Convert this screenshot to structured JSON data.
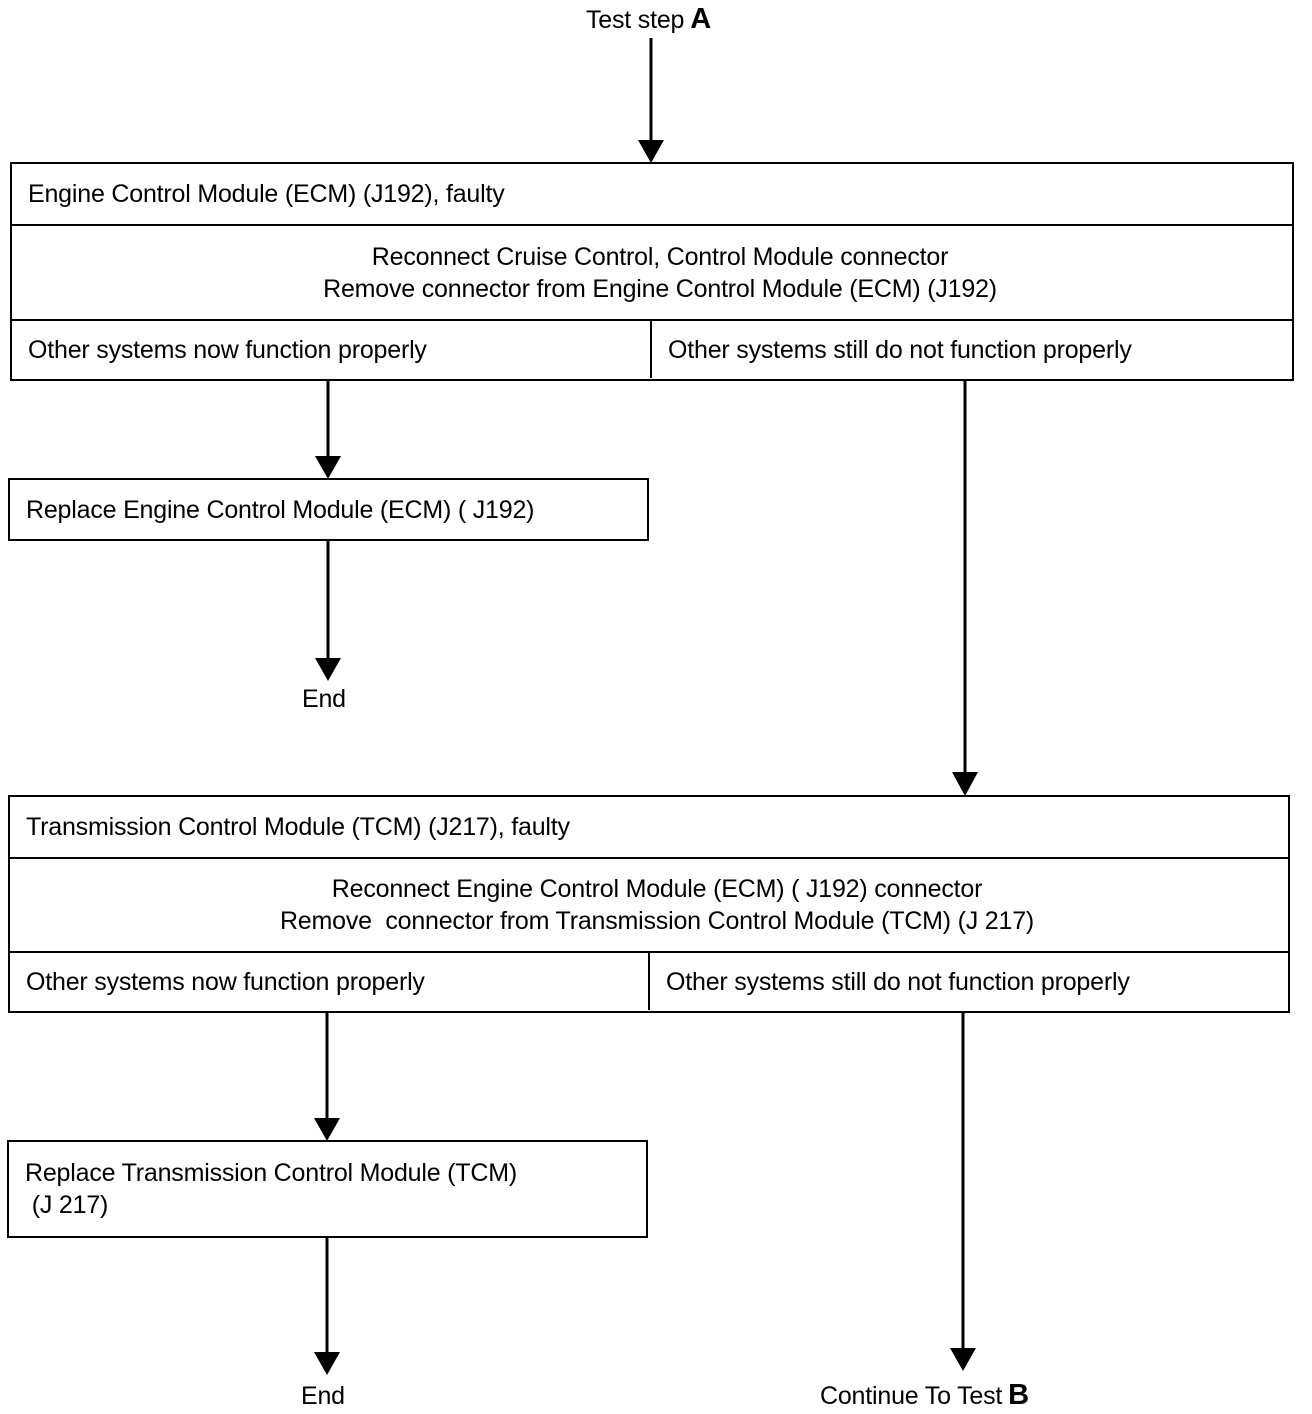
{
  "start": {
    "text": "Test step",
    "letter": "A"
  },
  "block1": {
    "header": "Engine Control Module (ECM) (J192), faulty",
    "action_lines": [
      "Reconnect Cruise Control, Control Module connector",
      "Remove connector from Engine Control Module (ECM) (J192)"
    ],
    "outcome_left": "Other systems now function properly",
    "outcome_right": "Other systems still do not function properly"
  },
  "replace1": {
    "lines": [
      "Replace Engine Control Module (ECM) ( J192)"
    ]
  },
  "end1": "End",
  "block2": {
    "header": "Transmission Control Module (TCM) (J217), faulty",
    "action_lines": [
      "Reconnect Engine Control Module (ECM) ( J192) connector",
      "Remove  connector from Transmission Control Module (TCM) (J 217)"
    ],
    "outcome_left": "Other systems now function properly",
    "outcome_right": "Other systems still do not function properly"
  },
  "replace2": {
    "lines": [
      "Replace Transmission Control Module (TCM)",
      " (J 217)"
    ]
  },
  "end2": "End",
  "continue": {
    "text": "Continue To Test",
    "letter": "B"
  }
}
